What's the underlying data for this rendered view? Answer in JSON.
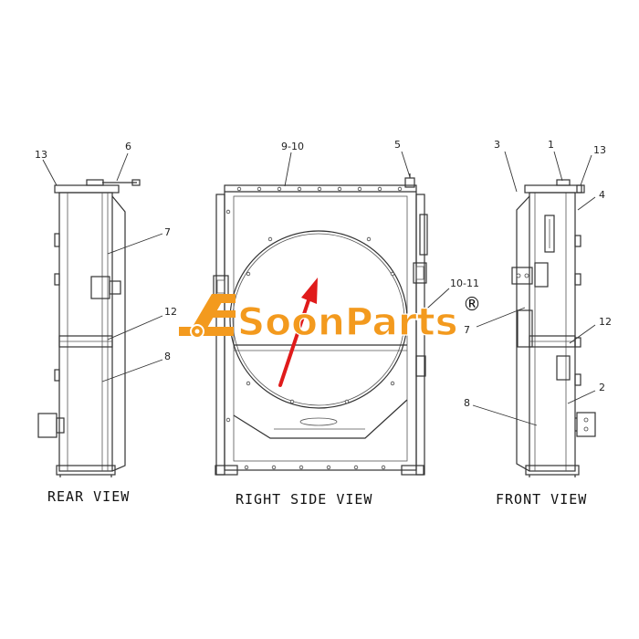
{
  "views": {
    "rear": {
      "caption": "REAR VIEW",
      "callouts": {
        "c13": "13",
        "c6": "6",
        "c7": "7",
        "c12": "12",
        "c8": "8"
      }
    },
    "side": {
      "caption": "RIGHT SIDE VIEW",
      "callouts": {
        "c910": "9-10",
        "c5": "5",
        "c1011": "10-11"
      }
    },
    "front": {
      "caption": "FRONT VIEW",
      "callouts": {
        "c3": "3",
        "c1": "1",
        "c13": "13",
        "c4": "4",
        "c7": "7",
        "c12": "12",
        "c2": "2",
        "c8": "8"
      }
    }
  },
  "watermark": {
    "brand": "SoonParts",
    "registered_mark": "®",
    "color": "#f39a1e"
  },
  "colors": {
    "line": "#333333",
    "arrow": "#e01b1b"
  },
  "icons": [
    "excavator-logo-icon",
    "red-arrow-icon"
  ]
}
